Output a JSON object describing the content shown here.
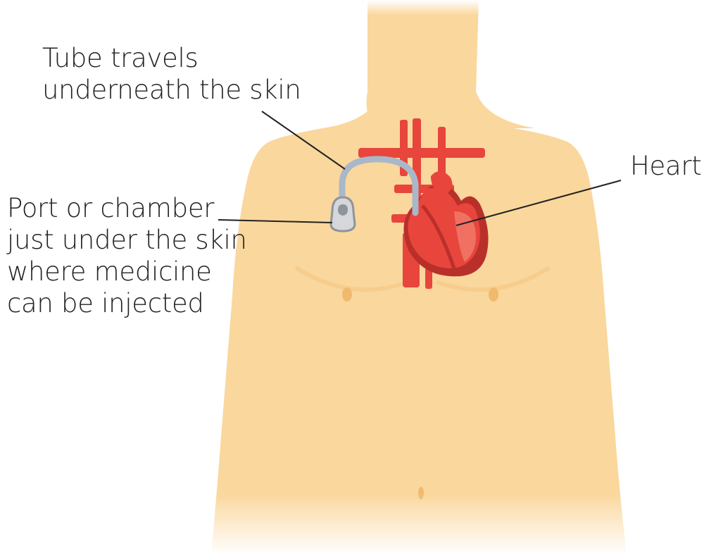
{
  "labels": {
    "tube": [
      "Tube travels",
      "underneath the skin"
    ],
    "port": [
      "Port or chamber",
      "just under the skin",
      "where medicine",
      "can be injected"
    ],
    "heart": [
      "Heart"
    ]
  },
  "colors": {
    "skin": "#fad79c",
    "skin_shadow": "#f3c27e",
    "vessel": "#e8453c",
    "heart": "#e8453c",
    "heart_dark": "#b9302a",
    "heart_light": "#f07062",
    "tube": "#a9b8c8",
    "port": "#d5d7da",
    "port_outline": "#8e949a",
    "leader_line": "#222222"
  }
}
